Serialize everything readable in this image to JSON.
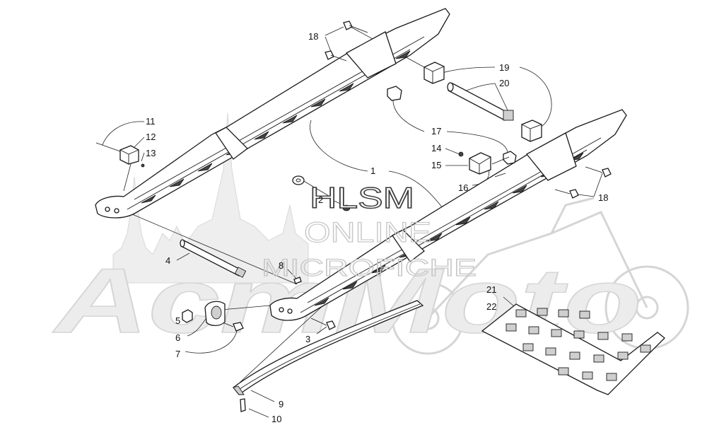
{
  "callouts": [
    {
      "id": "c1",
      "label": "1"
    },
    {
      "id": "c2",
      "label": "2"
    },
    {
      "id": "c3",
      "label": "3"
    },
    {
      "id": "c4",
      "label": "4"
    },
    {
      "id": "c5",
      "label": "5"
    },
    {
      "id": "c6",
      "label": "6"
    },
    {
      "id": "c7",
      "label": "7"
    },
    {
      "id": "c8",
      "label": "8"
    },
    {
      "id": "c9",
      "label": "9"
    },
    {
      "id": "c10",
      "label": "10"
    },
    {
      "id": "c11",
      "label": "11"
    },
    {
      "id": "c12",
      "label": "12"
    },
    {
      "id": "c13",
      "label": "13"
    },
    {
      "id": "c14",
      "label": "14"
    },
    {
      "id": "c15",
      "label": "15"
    },
    {
      "id": "c16",
      "label": "16"
    },
    {
      "id": "c17",
      "label": "17"
    },
    {
      "id": "c18a",
      "label": "18"
    },
    {
      "id": "c18b",
      "label": "18"
    },
    {
      "id": "c19",
      "label": "19"
    },
    {
      "id": "c20",
      "label": "20"
    },
    {
      "id": "c21",
      "label": "21"
    },
    {
      "id": "c22",
      "label": "22"
    }
  ],
  "watermark": {
    "line1": "HLSM",
    "line2": "ONLINE",
    "line3": "MICROFICHE",
    "logo": "AcmMoto"
  },
  "colors": {
    "ink": "#1a1a1a",
    "watermark_gray": "#d5d5d5",
    "background": "#ffffff"
  }
}
